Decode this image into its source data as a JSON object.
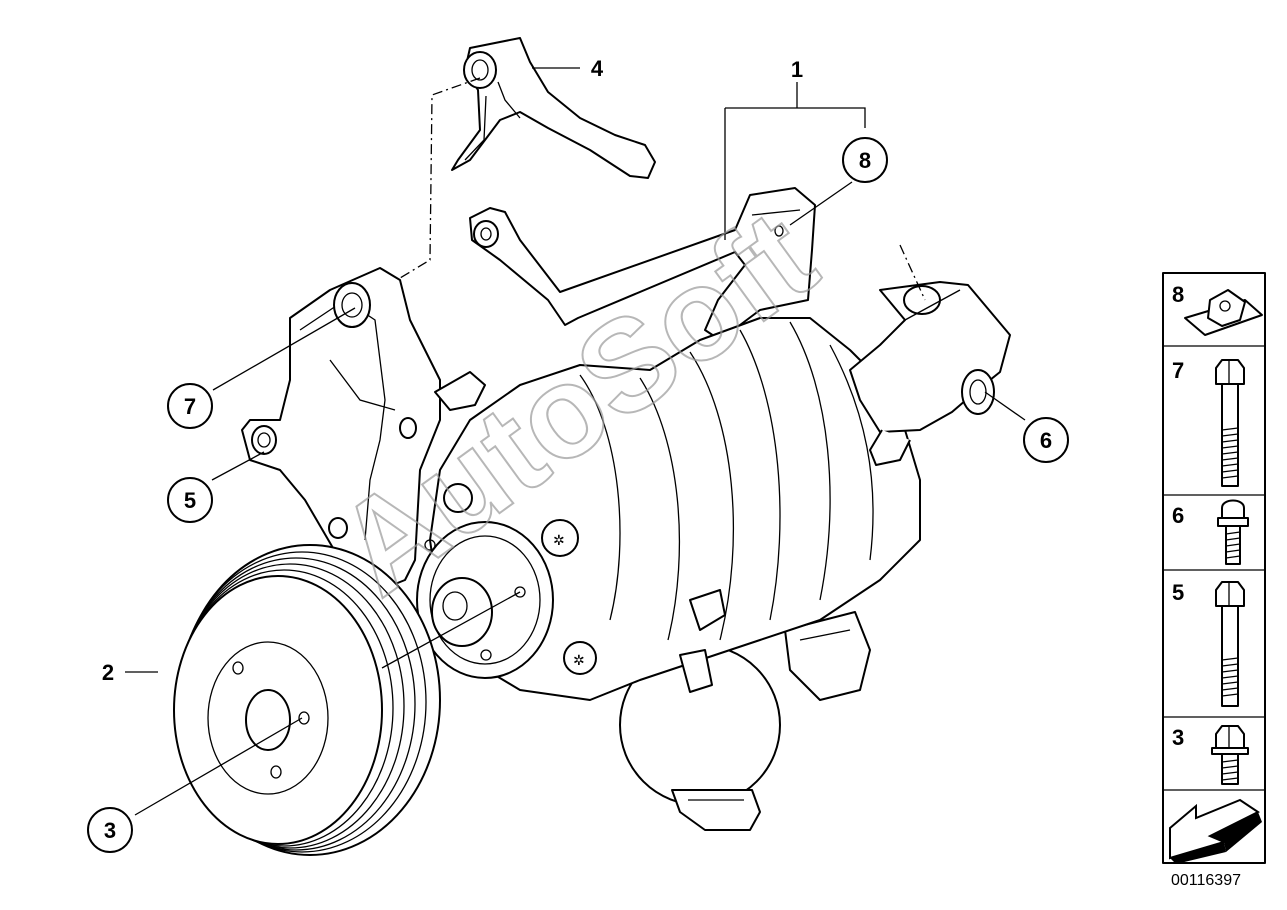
{
  "diagram": {
    "callouts": [
      {
        "id": "1",
        "label": "1"
      },
      {
        "id": "2",
        "label": "2"
      },
      {
        "id": "3",
        "label": "3"
      },
      {
        "id": "4",
        "label": "4"
      },
      {
        "id": "5",
        "label": "5"
      },
      {
        "id": "6",
        "label": "6"
      },
      {
        "id": "7",
        "label": "7"
      },
      {
        "id": "8",
        "label": "8"
      }
    ],
    "legend": [
      {
        "label": "8",
        "part": "clip-nut-icon"
      },
      {
        "label": "7",
        "part": "long-hex-bolt-icon"
      },
      {
        "label": "6",
        "part": "torx-bolt-icon"
      },
      {
        "label": "5",
        "part": "hex-bolt-icon"
      },
      {
        "label": "3",
        "part": "short-hex-bolt-icon"
      }
    ],
    "watermark": "AutoSoft",
    "diagram_number": "00116397"
  }
}
